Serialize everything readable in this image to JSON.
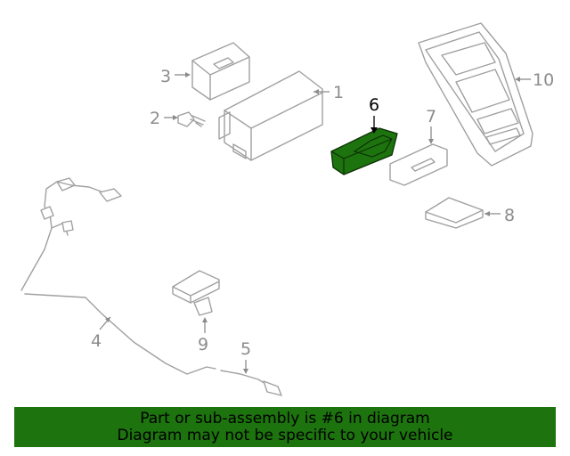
{
  "callouts": [
    {
      "id": "1",
      "label": "1"
    },
    {
      "id": "2",
      "label": "2"
    },
    {
      "id": "3",
      "label": "3"
    },
    {
      "id": "4",
      "label": "4"
    },
    {
      "id": "5",
      "label": "5"
    },
    {
      "id": "6",
      "label": "6",
      "highlighted": true
    },
    {
      "id": "7",
      "label": "7"
    },
    {
      "id": "8",
      "label": "8"
    },
    {
      "id": "9",
      "label": "9"
    },
    {
      "id": "10",
      "label": "10"
    }
  ],
  "banner": {
    "line1": "Part or sub-assembly is #6 in diagram",
    "line2": "Diagram may not be specific to your vehicle"
  },
  "colors": {
    "highlight_part": "#1d730e",
    "banner_bg": "#1d730e",
    "line_art": "#a0a0a0"
  }
}
